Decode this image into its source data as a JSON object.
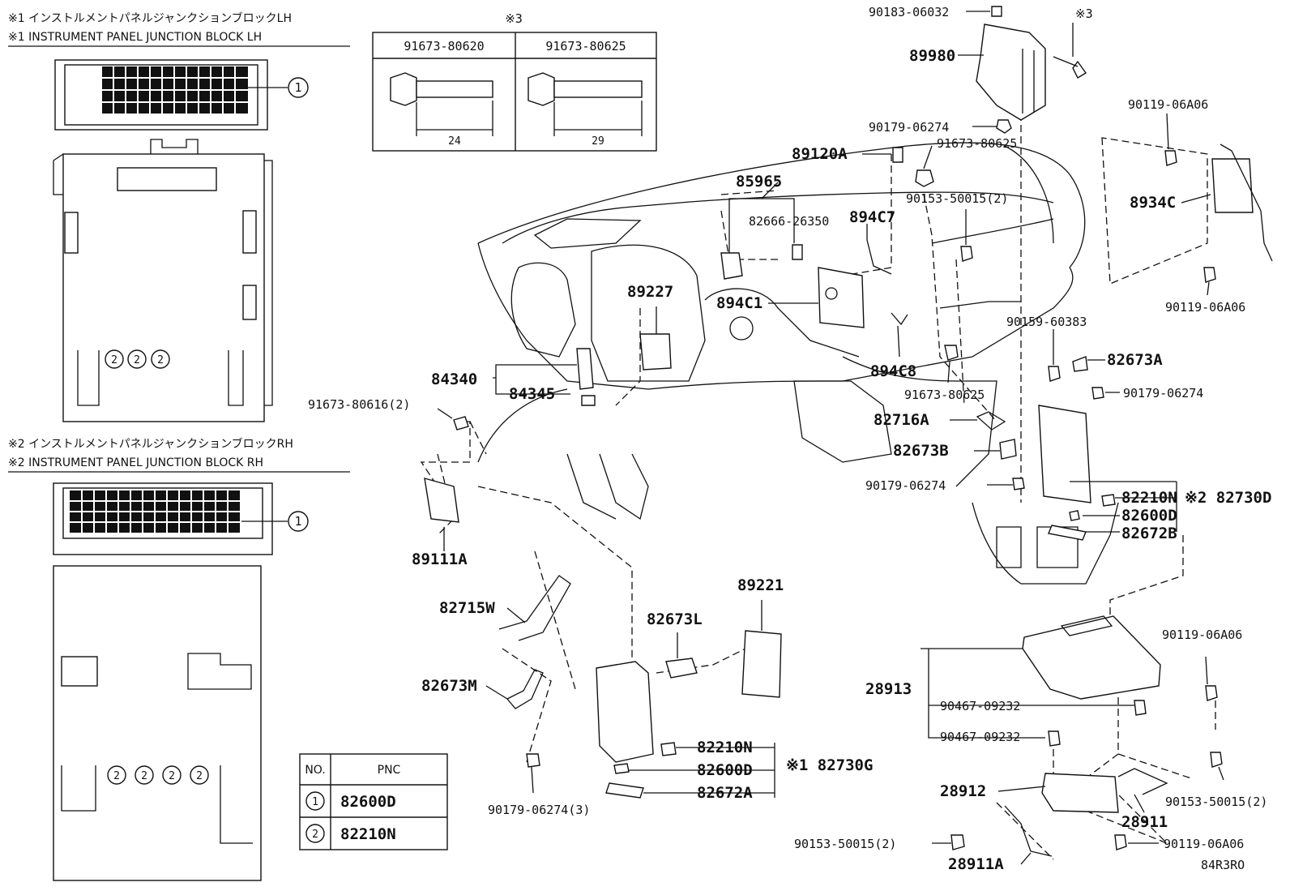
{
  "diagram": {
    "lh_title_jp": "※1 インストルメントパネルジャンクションブロックLH",
    "lh_title_en": "※1 INSTRUMENT PANEL JUNCTION BLOCK LH",
    "rh_title_jp": "※2 インストルメントパネルジャンクションブロックRH",
    "rh_title_en": "※2 INSTRUMENT PANEL JUNCTION BLOCK RH",
    "callout_1": "1",
    "callout_2": "2",
    "bolt_table": {
      "header": "※3",
      "left_part": "91673-80620",
      "right_part": "91673-80625",
      "left_len": "24",
      "right_len": "29"
    },
    "pnc_table": {
      "col_no": "NO.",
      "col_pnc": "PNC",
      "row1_no": "1",
      "row1_pnc": "82600D",
      "row2_no": "2",
      "row2_pnc": "82210N"
    },
    "labels": {
      "p90183_06032": "90183-06032",
      "star3": "※3",
      "p89980": "89980",
      "p90119_06A06_a": "90119-06A06",
      "p90179_06274_a": "90179-06274",
      "p89120A": "89120A",
      "p91673_80625_a": "91673-80625",
      "p8934C": "8934C",
      "p85965": "85965",
      "p90153_50015_a": "90153-50015(2)",
      "p82666_26350": "82666-26350",
      "p894C7": "894C7",
      "p90119_06A06_b": "90119-06A06",
      "p89227": "89227",
      "p894C1": "894C1",
      "p90159_60383": "90159-60383",
      "p82673A": "82673A",
      "p84340": "84340",
      "p894C8": "894C8",
      "p90179_06274_b": "90179-06274",
      "p84345": "84345",
      "p91673_80625_b": "91673-80625",
      "p91673_80616": "91673-80616(2)",
      "p82716A": "82716A",
      "p82673B": "82673B",
      "p90179_06274_c": "90179-06274",
      "p82210N_a": "82210N",
      "star2_82730D": "※2 82730D",
      "p82600D_a": "82600D",
      "p89111A": "89111A",
      "p82672B": "82672B",
      "p82715W": "82715W",
      "p89221": "89221",
      "p82673L": "82673L",
      "p90119_06A06_c": "90119-06A06",
      "p28913": "28913",
      "p82673M": "82673M",
      "p90467_09232_a": "90467-09232",
      "p90467_09232_b": "90467-09232",
      "p82210N_b": "82210N",
      "star1_82730G": "※1 82730G",
      "p82600D_b": "82600D",
      "p28912": "28912",
      "p82672A": "82672A",
      "p90153_50015_b": "90153-50015(2)",
      "p90179_06274_3": "90179-06274(3)",
      "p28911": "28911",
      "p90153_50015_c": "90153-50015(2)",
      "p90119_06A06_d": "90119-06A06",
      "p28911A": "28911A",
      "ref_code": "84R3RO"
    }
  }
}
